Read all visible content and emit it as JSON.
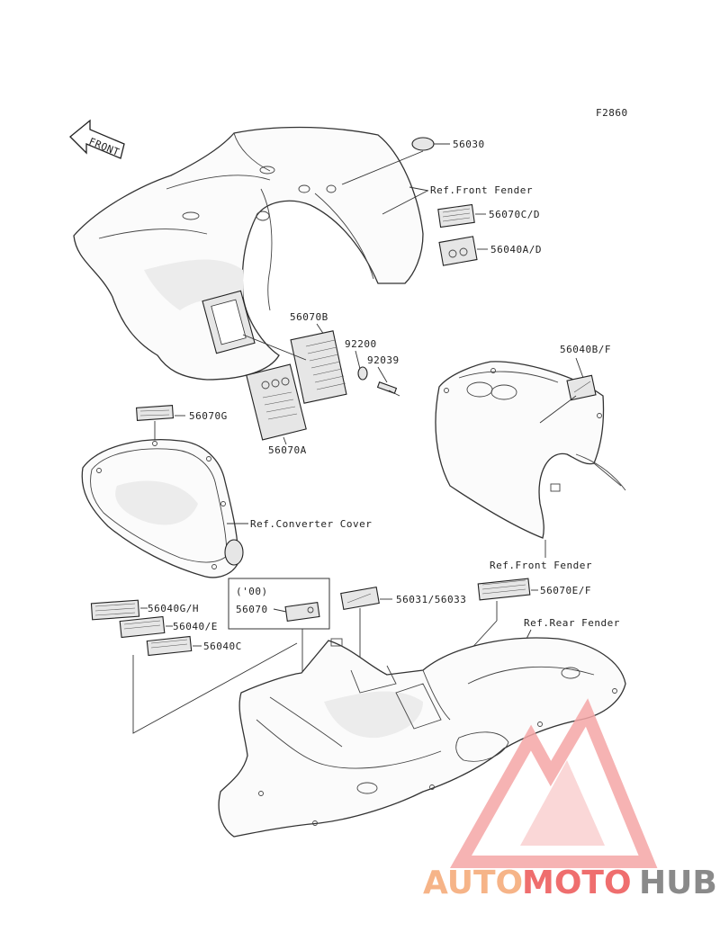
{
  "figure_code": "F2860",
  "front_arrow_label": "FRONT",
  "part_labels": {
    "p56030": "56030",
    "ref_front_fender_top": "Ref.Front Fender",
    "p56070c_d": "56070C/D",
    "p56040a_d": "56040A/D",
    "p56070b": "56070B",
    "p92200": "92200",
    "p92039": "92039",
    "p56070a": "56070A",
    "p56070g": "56070G",
    "p56040b_f": "56040B/F",
    "ref_converter_cover": "Ref.Converter Cover",
    "ref_front_fender_mid": "Ref.Front Fender",
    "year_00": "('00)",
    "p56070": "56070",
    "p56031_56033": "56031/56033",
    "p56070e_f": "56070E/F",
    "ref_rear_fender": "Ref.Rear Fender",
    "p56040g_h": "56040G/H",
    "p56040_e": "56040/E",
    "p56040c": "56040C"
  },
  "watermark": {
    "part1": "AUTO",
    "part2": "MOTO",
    "part3": "HUB",
    "color_light": "#f6b488",
    "color_red": "#ef6e6e",
    "color_gray": "#8a8a8a"
  }
}
